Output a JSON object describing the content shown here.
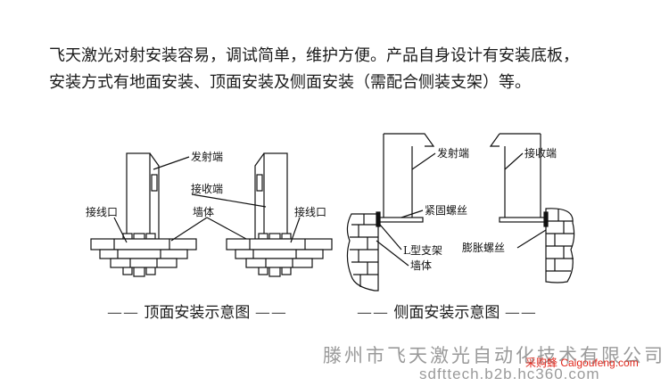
{
  "intro": {
    "line1": "飞天激光对射安装容易，调试简单，维护方便。产品自身设计有安装底板，",
    "line2": "安装方式有地面安装、顶面安装及侧面安装（需配合侧装支架）等。"
  },
  "top_mount": {
    "caption": "顶面安装示意图",
    "labels": {
      "emitter": "发射端",
      "receiver": "接收端",
      "wiring_left": "接线口",
      "wiring_right": "接线口",
      "wall": "墙体"
    }
  },
  "side_mount": {
    "caption": "侧面安装示意图",
    "labels": {
      "emitter": "发射端",
      "receiver": "接收端",
      "fastening_screw": "紧固螺丝",
      "l_bracket": "L型支架",
      "wall": "墙体",
      "expansion_screw": "膨胀螺丝"
    }
  },
  "caption_dash": "——",
  "watermark": {
    "company": "滕州市飞天激光自动化技术有限公司",
    "site": "采购蜂 Caigoufeng.com",
    "url": "sdfttech.b2b.hc360.com"
  }
}
